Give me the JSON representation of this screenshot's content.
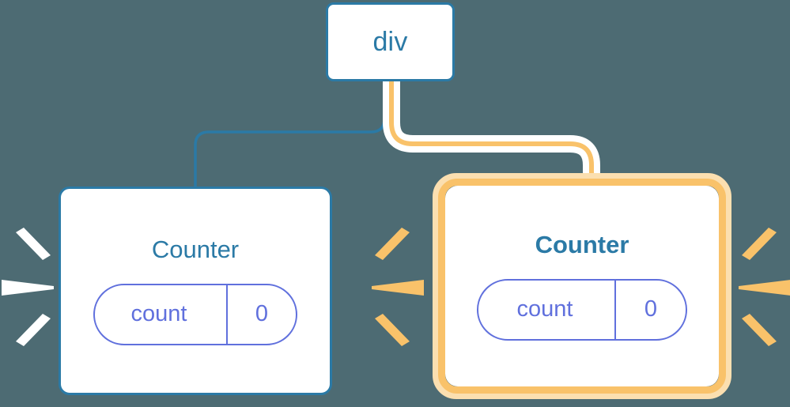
{
  "diagram": {
    "title_semantic": "react-component-tree-rerender-highlight",
    "background_color": "#4d6b73"
  },
  "colors": {
    "background": "#4d6b73",
    "node_border_blue": "#2b7aa6",
    "node_fill": "#ffffff",
    "title_blue": "#2b7aa6",
    "pill_indigo": "#6070dd",
    "highlight_amber": "#f9c26a",
    "highlight_amber_glow": "#fbdfb0",
    "wire_blue": "#2b7aa6",
    "wire_halo_white": "#ffffff",
    "sparkle_white": "#ffffff",
    "sparkle_amber": "#f9c26a"
  },
  "nodes": {
    "root": {
      "label": "div",
      "highlighted": false
    },
    "left_counter": {
      "label": "Counter",
      "highlighted": false,
      "state": {
        "key": "count",
        "value": "0"
      }
    },
    "right_counter": {
      "label": "Counter",
      "highlighted": true,
      "state": {
        "key": "count",
        "value": "0"
      }
    }
  },
  "edges": [
    {
      "name": "div-to-left-counter",
      "style": "blue",
      "from": "root",
      "to": "left_counter"
    },
    {
      "name": "div-to-right-counter",
      "style": "amber-highlighted",
      "from": "root",
      "to": "right_counter"
    }
  ],
  "sparkles": [
    {
      "name": "left-counter-left-burst",
      "color": "#ffffff",
      "rays": 3
    },
    {
      "name": "left-counter-right-burst",
      "color": "#f9c26a",
      "rays": 3
    },
    {
      "name": "right-counter-right-burst",
      "color": "#f9c26a",
      "rays": 3
    }
  ]
}
